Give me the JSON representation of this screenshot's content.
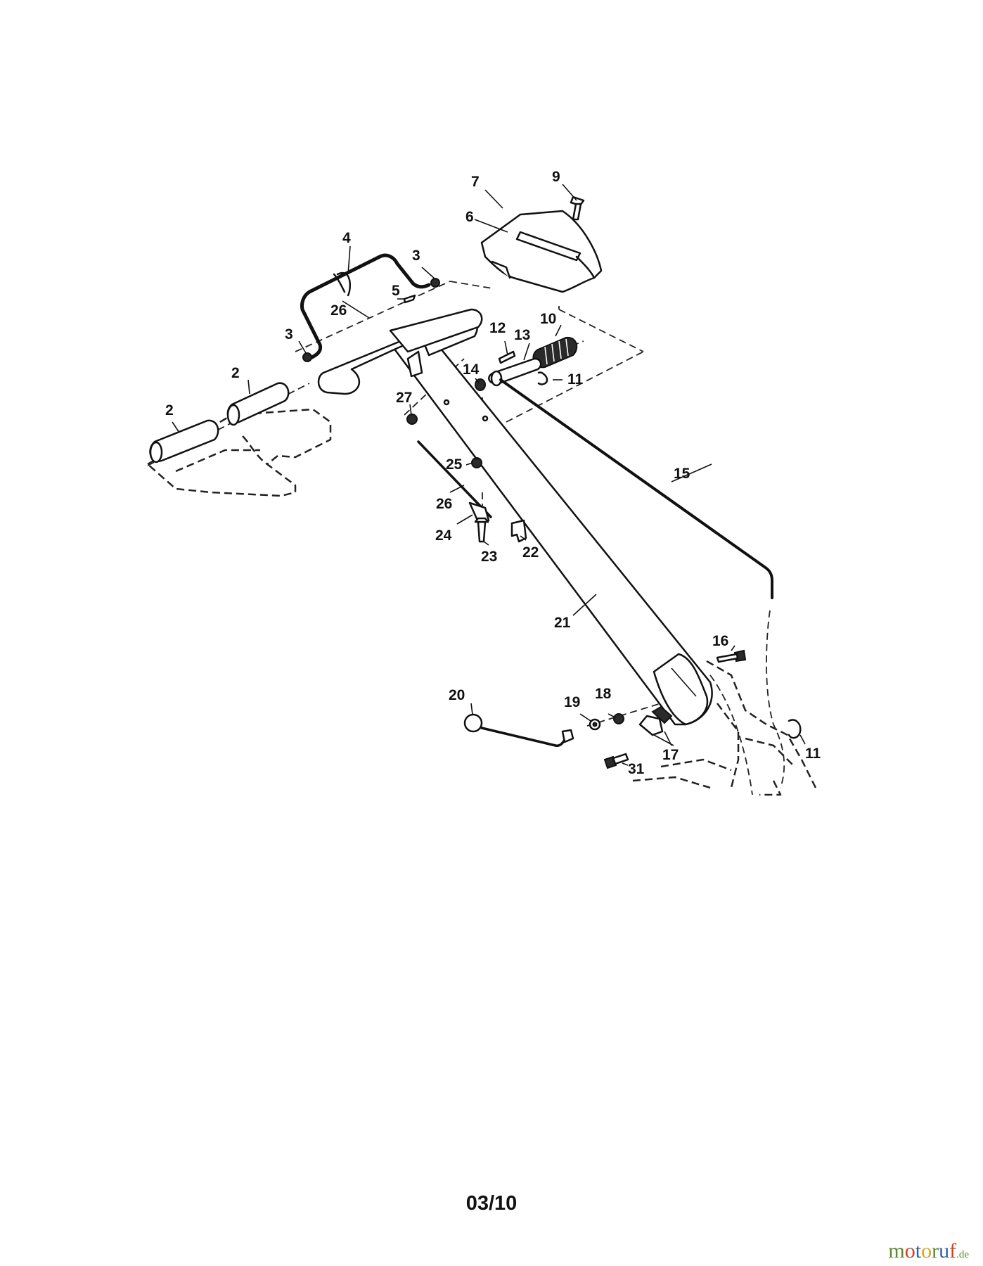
{
  "callouts": [
    "2",
    "2",
    "3",
    "3",
    "4",
    "5",
    "6",
    "7",
    "9",
    "10",
    "11",
    "11",
    "12",
    "13",
    "14",
    "15",
    "16",
    "17",
    "18",
    "19",
    "20",
    "21",
    "22",
    "23",
    "24",
    "25",
    "26",
    "26",
    "27",
    "31"
  ],
  "page_number": "03/10",
  "watermark": {
    "letters": [
      "m",
      "o",
      "t",
      "o",
      "r",
      "u",
      "f"
    ],
    "tld": ".de",
    "colors": [
      "#5a8a2b",
      "#d04020",
      "#2f5fa8",
      "#e0a020",
      "#5a8a2b",
      "#2f5fa8",
      "#d04020"
    ]
  }
}
